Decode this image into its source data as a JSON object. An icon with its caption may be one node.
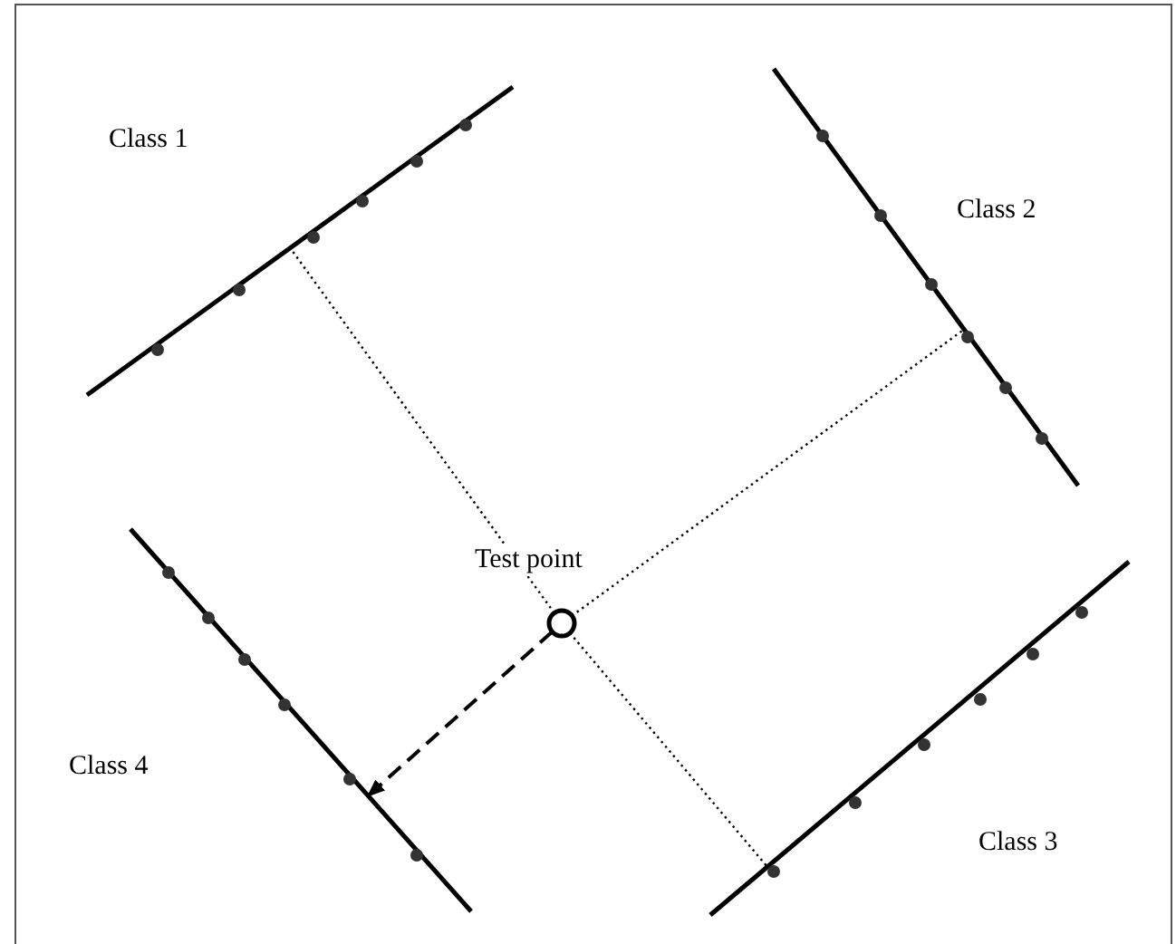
{
  "diagram": {
    "nodes": [
      {
        "text": [],
        "shape": "bar"
      },
      {
        "text": [],
        "shape": "bar"
      },
      {
        "text": [],
        "shape": "bar"
      },
      {
        "text": [],
        "shape": "bar"
      },
      {
        "text": [],
        "shape": "circle"
      }
    ],
    "labels": [
      "Class 1",
      "Class 2",
      "Test point",
      "Class 4",
      "Class 3"
    ],
    "edges": [
      {
        "from": 4,
        "to": 0,
        "arrow": "none"
      },
      {
        "from": 4,
        "to": 1,
        "arrow": "none"
      },
      {
        "from": 4,
        "to": 2,
        "arrow": "none"
      },
      {
        "from": 4,
        "to": 3,
        "arrow": "to",
        "style": "dashed"
      }
    ]
  }
}
